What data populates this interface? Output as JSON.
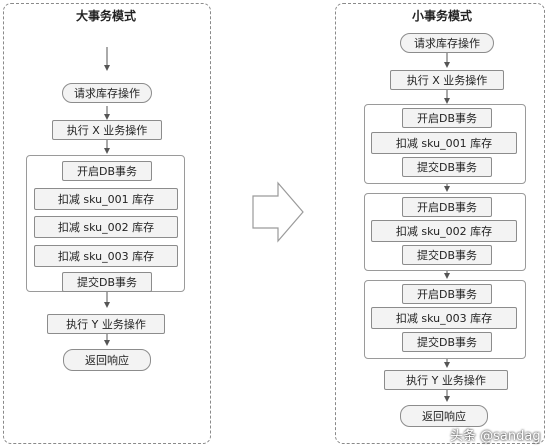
{
  "left": {
    "title": "大事务模式",
    "nodes": {
      "request": "请求库存操作",
      "exec_x": "执行 X 业务操作",
      "begin": "开启DB事务",
      "deduct1": "扣减 sku_001 库存",
      "deduct2": "扣减 sku_002 库存",
      "deduct3": "扣减 sku_003 库存",
      "commit": "提交DB事务",
      "exec_y": "执行 Y 业务操作",
      "response": "返回响应"
    }
  },
  "right": {
    "title": "小事务模式",
    "nodes": {
      "request": "请求库存操作",
      "exec_x": "执行 X 业务操作",
      "g1_begin": "开启DB事务",
      "g1_deduct": "扣减 sku_001 库存",
      "g1_commit": "提交DB事务",
      "g2_begin": "开启DB事务",
      "g2_deduct": "扣减 sku_002 库存",
      "g2_commit": "提交DB事务",
      "g3_begin": "开启DB事务",
      "g3_deduct": "扣减 sku_003 库存",
      "g3_commit": "提交DB事务",
      "exec_y": "执行 Y 业务操作",
      "response": "返回响应"
    }
  },
  "watermark": "头条 @sandag"
}
